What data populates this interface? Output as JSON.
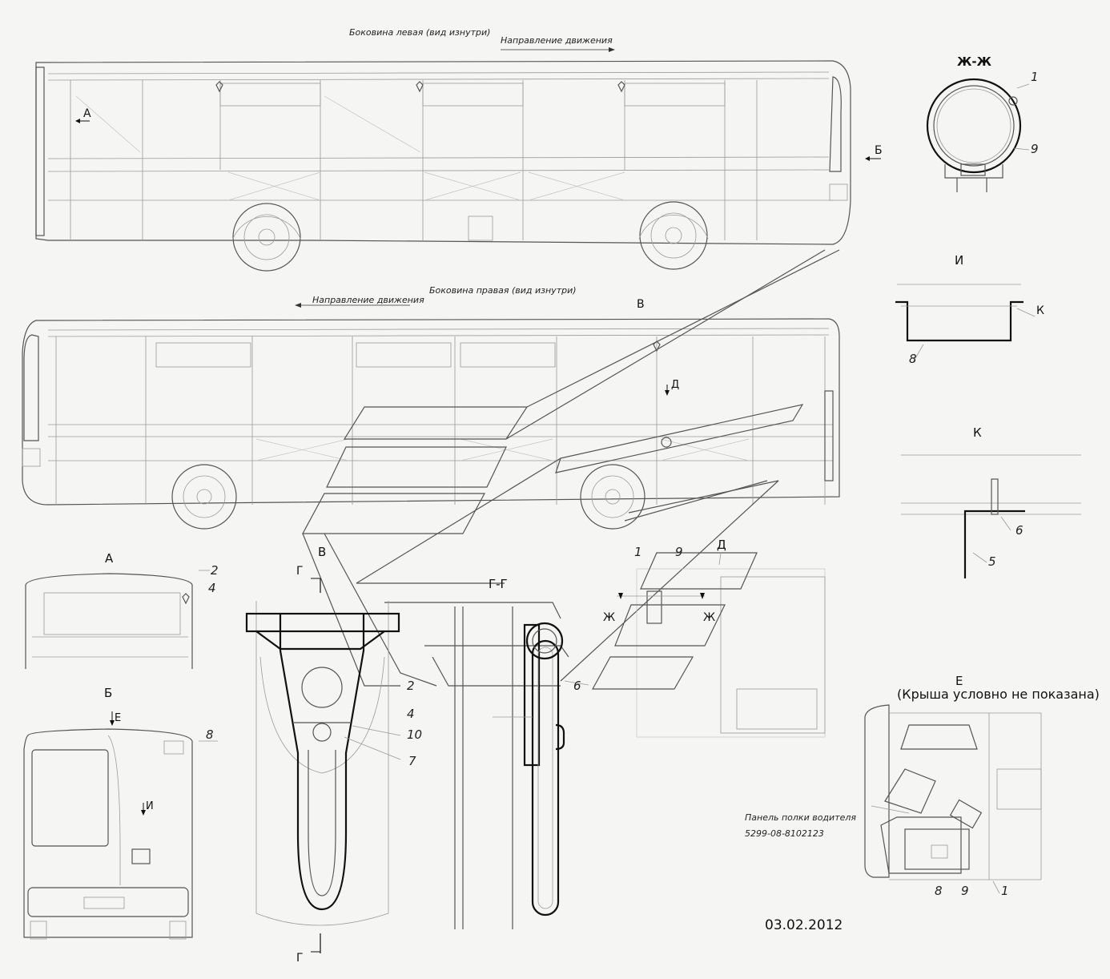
{
  "captions": {
    "left_side": "Боковина левая (вид изнутри)",
    "direction_top": "Направление движения",
    "direction_mid": "Направление движения",
    "right_side": "Боковина правая (вид изнутри)",
    "panel_name": "Панель полки водителя",
    "panel_code": "5299-08-8102123",
    "roof_note": "(Крыша условно не показана)"
  },
  "views": {
    "zh_zh": "Ж-Ж",
    "i": "И",
    "k": "К",
    "a": "А",
    "b": "Б",
    "v": "В",
    "g_g": "Г-Г",
    "d": "Д",
    "e": "Е"
  },
  "markers": {
    "a": "А",
    "b": "Б",
    "v": "В",
    "d": "Д",
    "g_top": "Г",
    "g_bottom": "Г",
    "zh_left": "Ж",
    "zh_right": "Ж",
    "e": "Е",
    "i": "И",
    "k": "К"
  },
  "callouts": {
    "zh_1": "1",
    "zh_9": "9",
    "i_8": "8",
    "k_6": "6",
    "k_5": "5",
    "a_2": "2",
    "a_4": "4",
    "b_8": "8",
    "v_2": "2",
    "v_4": "4",
    "v_10": "10",
    "v_7": "7",
    "g_6": "6",
    "d_1": "1",
    "d_9": "9",
    "e_8": "8",
    "e_9": "9",
    "e_1": "1"
  },
  "date": "03.02.2012"
}
